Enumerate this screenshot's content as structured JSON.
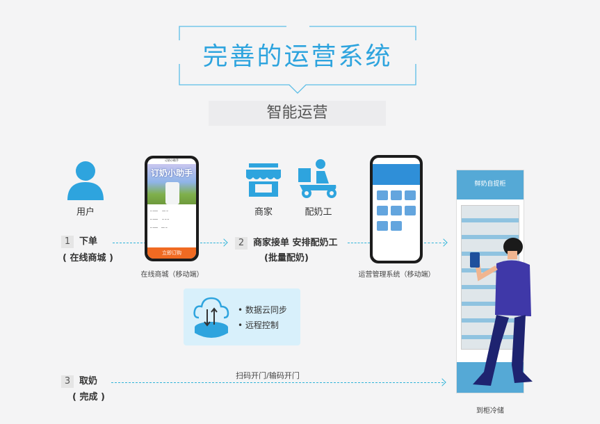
{
  "header": {
    "title": "完善的运营系统",
    "subtitle": "智能运营"
  },
  "actors": {
    "user": "用户",
    "merchant": "商家",
    "courier": "配奶工"
  },
  "phones": {
    "mall": {
      "caption": "在线商城（移动端）",
      "banner": "订奶小助手",
      "button": "立即订购"
    },
    "ops": {
      "caption": "运营管理系统（移动端）"
    }
  },
  "steps": [
    {
      "num": "1",
      "title": "下单",
      "detail": "( 在线商城 )"
    },
    {
      "num": "2",
      "title": "商家接单 安排配奶工",
      "detail": "(批量配奶)"
    },
    {
      "num": "3",
      "title": "取奶",
      "detail": "( 完成 )"
    }
  ],
  "cloud": {
    "items": [
      "数据云同步",
      "远程控制"
    ]
  },
  "pickup_label": "扫码开门/输码开门",
  "cabinet": {
    "caption": "到柜冷储",
    "brand": "鲜奶自提柜"
  },
  "colors": {
    "accent": "#2ea4de",
    "dash": "#2eb3d9",
    "button": "#f06a22"
  }
}
